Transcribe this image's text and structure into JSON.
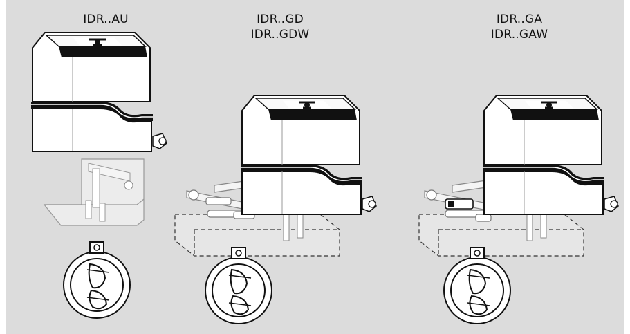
{
  "figure": {
    "background_color": "#dcdcdc",
    "variants": [
      {
        "lines": [
          "IDR..AU"
        ],
        "mounting": "direct bracket"
      },
      {
        "lines": [
          "IDR..GD",
          "IDR..GDW"
        ],
        "mounting": "linkage rods"
      },
      {
        "lines": [
          "IDR..GA",
          "IDR..GAW"
        ],
        "mounting": "linkage rods"
      }
    ]
  }
}
